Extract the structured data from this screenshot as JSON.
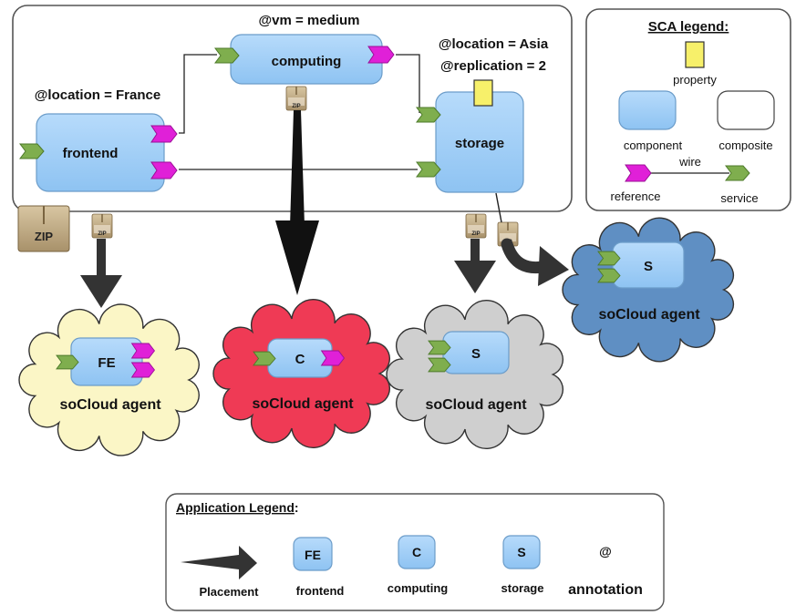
{
  "application": {
    "annotations": {
      "vm": "@vm = medium",
      "location_france": "@location = France",
      "location_asia": "@location = Asia",
      "replication": "@replication = 2"
    },
    "components": {
      "computing": "computing",
      "frontend": "frontend",
      "storage": "storage"
    },
    "archive_label": "ZIP"
  },
  "agents": [
    {
      "component_label": "FE",
      "agent_label": "soCloud agent",
      "fill": "#fbf6c6"
    },
    {
      "component_label": "C",
      "agent_label": "soCloud agent",
      "fill": "#ef3a55"
    },
    {
      "component_label": "S",
      "agent_label": "soCloud agent",
      "fill": "#cfcfcf"
    },
    {
      "component_label": "S",
      "agent_label": "soCloud agent",
      "fill": "#5f8fc3"
    }
  ],
  "sca_legend": {
    "title": "SCA legend:",
    "property": "property",
    "component": "component",
    "composite": "composite",
    "wire": "wire",
    "reference": "reference",
    "service": "service"
  },
  "app_legend": {
    "title": "Application Legend",
    "title_suffix": ":",
    "placement": "Placement",
    "fe_badge": "FE",
    "frontend": "frontend",
    "c_badge": "C",
    "computing": "computing",
    "s_badge": "S",
    "storage": "storage",
    "at_symbol": "@",
    "annotation": "annotation"
  },
  "colors": {
    "component_fill": "#9fcdf6",
    "service_green": "#7fae4e",
    "reference_magenta": "#e020d8",
    "property_yellow": "#f7f06a",
    "arrow": "#333333"
  }
}
